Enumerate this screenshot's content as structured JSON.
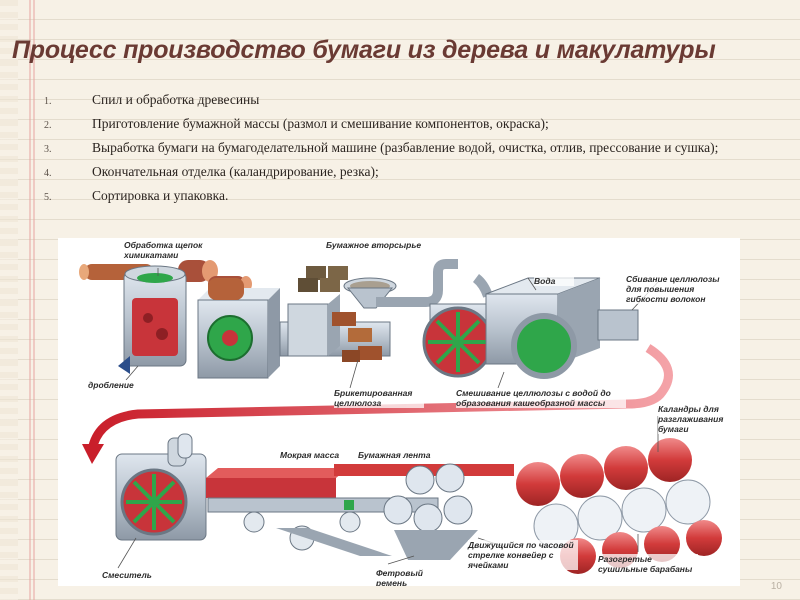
{
  "title": "Процесс производство  бумаги из дерева и макулатуры",
  "steps": [
    {
      "num": "1.",
      "text": "Спил и обработка древесины"
    },
    {
      "num": "2.",
      "text": "Приготовление бумажной массы (размол и смешивание компонентов, окраска);"
    },
    {
      "num": "3.",
      "text": "Выработка бумаги на бумагоделательной машине (разбавление водой, очистка, отлив, прессование и сушка);"
    },
    {
      "num": "4.",
      "text": "Окончательная отделка (каландрирование, резка);"
    },
    {
      "num": "5.",
      "text": "Сортировка и упаковка."
    }
  ],
  "diagram": {
    "labels": {
      "chips_treatment": "Обработка щепок химикатами",
      "recycled": "Бумажное вторсырье",
      "water": "Вода",
      "fiber_knock": "Сбивание целлюлозы для повышения гибкости волокон",
      "crushing": "дробление",
      "briquetted": "Брикетированная целлюлоза",
      "mixing_water": "Смешивание целлюлозы с водой до образования кашеобразной массы",
      "calenders": "Каландры для разглаживания бумаги",
      "wet_mass": "Мокрая масса",
      "paper_web": "Бумажная лента",
      "mixer": "Смеситель",
      "felt_belt": "Фетровый ремень",
      "conveyor": "Движущийся по часовой стрелке конвейер с ячейками",
      "dryers": "Разогретые сушильные барабаны"
    }
  },
  "page_number": "10",
  "colors": {
    "title": "#6a3a33",
    "arrow": "#d9303a",
    "machine": "#b9c3ce",
    "pulp": "#c8343a",
    "green": "#2fa64a"
  }
}
